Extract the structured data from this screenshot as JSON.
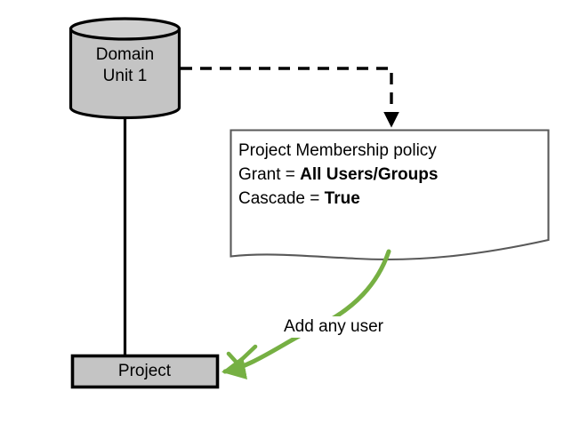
{
  "diagram": {
    "title": "Project Membership policy cascade diagram",
    "colors": {
      "node_fill": "#c4c4c4",
      "node_stroke": "#000000",
      "document_fill": "#ffffff",
      "document_stroke": "#595959",
      "green_accent": "#76b043",
      "text": "#000000",
      "background": "#ffffff"
    },
    "nodes": [
      {
        "id": "domain-unit",
        "shape": "cylinder",
        "label": "Domain\nUnit 1",
        "line1": "Domain",
        "line2": "Unit 1",
        "fill": "#c4c4c4"
      },
      {
        "id": "policy-document",
        "shape": "document",
        "lines": [
          {
            "prefix": "Project Membership policy",
            "value": ""
          },
          {
            "prefix": "Grant = ",
            "value": "All Users/Groups"
          },
          {
            "prefix": "Cascade = ",
            "value": "True"
          }
        ],
        "fill": "#ffffff"
      },
      {
        "id": "project",
        "shape": "rectangle",
        "label": "Project",
        "fill": "#c4c4c4"
      }
    ],
    "edges": [
      {
        "id": "domain-unit-to-policy",
        "style": "dashed",
        "color": "#000000",
        "arrowhead": "filled-triangle",
        "label": ""
      },
      {
        "id": "domain-unit-to-project",
        "style": "solid",
        "color": "#000000",
        "arrowhead": "none",
        "label": ""
      },
      {
        "id": "policy-to-project",
        "style": "curved-solid",
        "color": "#76b043",
        "arrowhead": "filled-triangle",
        "label": "Add any user"
      }
    ],
    "annotations": [
      {
        "id": "allow-check",
        "icon": "check-icon",
        "color": "#76b043"
      }
    ]
  }
}
